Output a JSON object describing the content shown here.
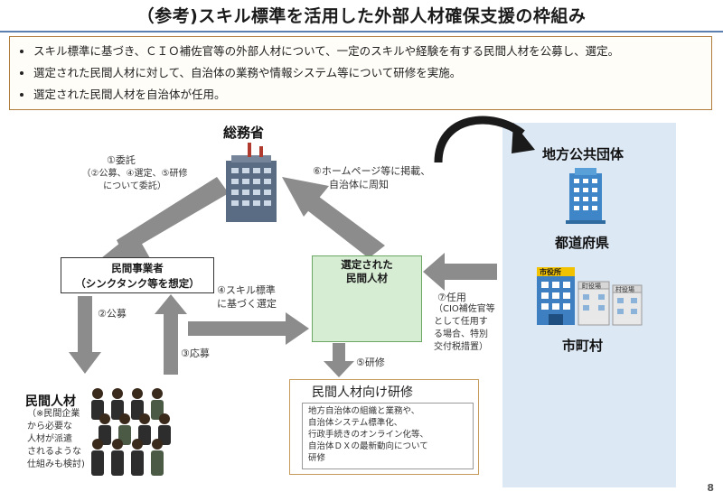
{
  "title": "（参考)スキル標準を活用した外部人材確保支援の枠組み",
  "bullets": [
    "スキル標準に基づき、ＣＩＯ補佐官等の外部人材について、一定のスキルや経験を有する民間人材を公募し、選定。",
    "選定された民間人材に対して、自治体の業務や情報システム等について研修を実施。",
    "選定された民間人材を自治体が任用。"
  ],
  "nodes": {
    "soumusho": "総務省",
    "civil_company": [
      "民間事業者",
      "（シンクタンク等を想定）"
    ],
    "selected": [
      "選定された",
      "民間人材"
    ],
    "private_talent": "民間人材",
    "private_talent_note": [
      "（※民間企業",
      "から必要な",
      "人材が派遣",
      "されるような",
      "仕組みも検討)"
    ],
    "local_gov": "地方公共団体",
    "prefecture": "都道府県",
    "municipality": "市町村",
    "training_title": "民間人材向け研修",
    "training_body": [
      "地方自治体の組織と業務や、",
      "自治体システム標準化、",
      "行政手続きのオンライン化等、",
      "自治体ＤＸの最新動向について",
      "研修"
    ]
  },
  "labels": {
    "step1": "①委託",
    "step1_sub": [
      "（②公募、④選定、⑤研修",
      "について委託）"
    ],
    "step2": "②公募",
    "step3": "③応募",
    "step4": [
      "④スキル標準",
      "に基づく選定"
    ],
    "step5": "⑤研修",
    "step6": [
      "⑥ホームページ等に掲載、",
      "自治体に周知"
    ],
    "step7": "⑦任用",
    "step7_sub": [
      "（CIO補佐官等",
      "として任用す",
      "る場合、特別",
      "交付税措置）"
    ]
  },
  "building_signs": {
    "city_hall": "市役所",
    "town_hall": "町役場",
    "village_hall": "村役場"
  },
  "page_number": "8",
  "colors": {
    "arrow": "#8c8c8c",
    "selected_bg": "#d6ecd3",
    "panel_bg": "#dde8f5",
    "accent_border": "#b07b3b"
  }
}
